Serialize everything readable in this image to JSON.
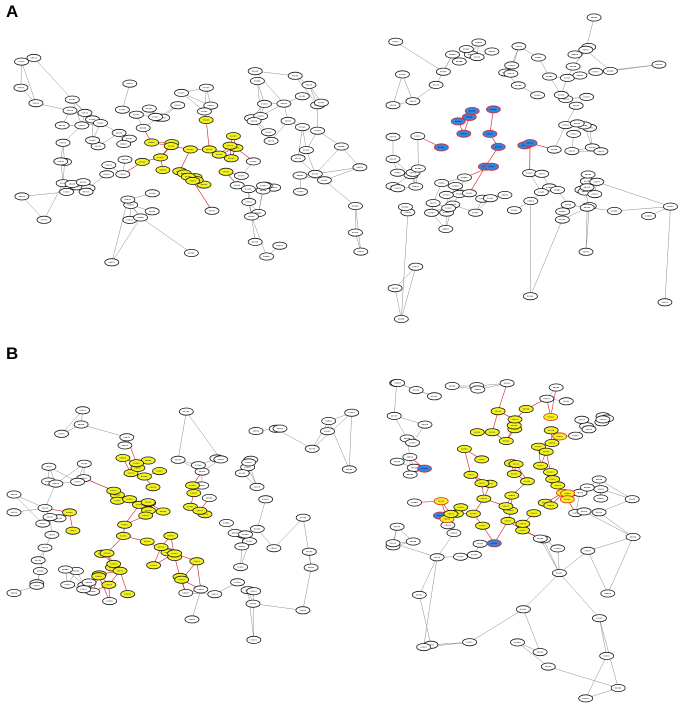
{
  "figure": {
    "panel_labels": [
      "A",
      "B"
    ]
  },
  "colors": {
    "node_default_fill": "#ffffff",
    "node_highlight_fill": "#f5f21a",
    "node_blue_fill": "#2f86e0",
    "node_stroke": "#1a1a1a",
    "node_stroke_red": "#e0282b",
    "edge_default": "#8c8c8c",
    "edge_highlight": "#d81b26"
  },
  "node_kinds": [
    "default",
    "highlighted-yellow",
    "blue",
    "yellow-red-outline"
  ],
  "edge_kinds": [
    "default-gray",
    "highlight-red"
  ]
}
